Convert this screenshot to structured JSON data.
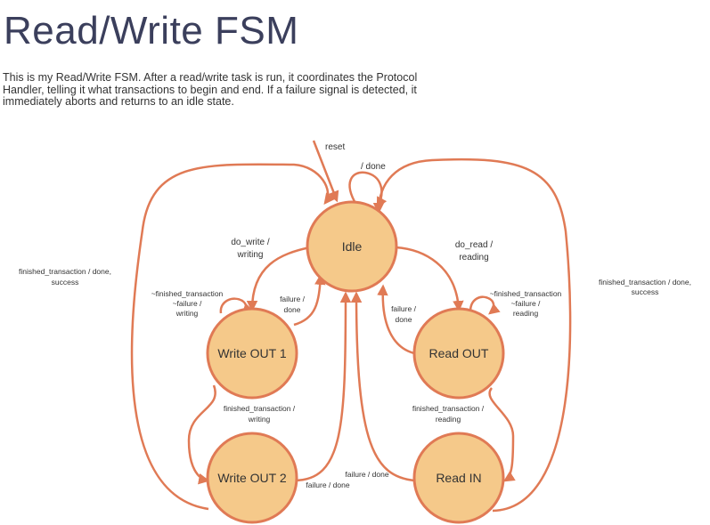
{
  "title": "Read/Write FSM",
  "description": "This is my Read/Write FSM. After a read/write task is run, it coordinates the Protocol Handler, telling it what transactions to begin and end. If a failure signal is detected, it immediately aborts and returns to an idle state.",
  "states": {
    "idle": "Idle",
    "write_out_1": "Write OUT 1",
    "write_out_2": "Write OUT 2",
    "read_out": "Read OUT",
    "read_in": "Read IN"
  },
  "transitions": {
    "reset": "reset",
    "idle_self": "/ done",
    "do_write": [
      "do_write /",
      "writing"
    ],
    "do_read": [
      "do_read /",
      "reading"
    ],
    "w1_fail": [
      "failure /",
      "done"
    ],
    "r_out_fail": [
      "failure /",
      "done"
    ],
    "w1_self": [
      "~finished_transaction",
      "~failure /",
      "writing"
    ],
    "r_out_self": [
      "~finished_transaction",
      "~failure /",
      "reading"
    ],
    "w1_to_w2": [
      "finished_transaction /",
      "writing"
    ],
    "r_out_to_r_in": [
      "finished_transaction /",
      "reading"
    ],
    "w2_fail": "failure / done",
    "r_in_fail": "failure / done",
    "w2_done": [
      "finished_transaction / done,",
      "success"
    ],
    "r_in_done": [
      "finished_transaction / done,",
      "success"
    ]
  }
}
